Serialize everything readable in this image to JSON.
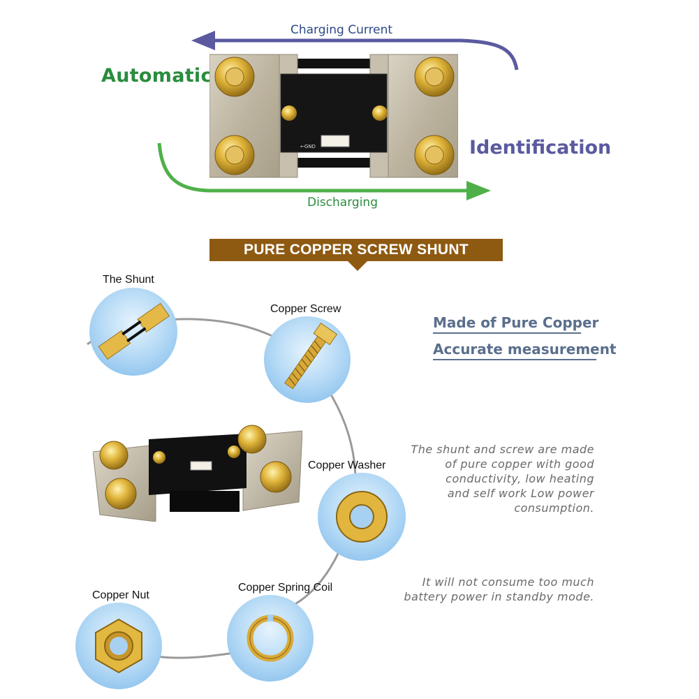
{
  "diagram": {
    "charging_current": "Charging Current",
    "automatic": "Automatic",
    "identification": "Identification",
    "discharging": "Discharging",
    "gnd_label": "←GND",
    "colors": {
      "charging_arrow": "#5b5aa0",
      "discharging_arrow": "#4fb04a",
      "automatic_text": "#2a8c3e",
      "identification_text": "#5a5aa0"
    }
  },
  "banner": {
    "title": "PURE COPPER SCREW SHUNT",
    "color": "#8e5a12"
  },
  "parts": [
    {
      "label": "The Shunt",
      "icon": "shunt-icon"
    },
    {
      "label": "Copper Screw",
      "icon": "screw-icon"
    },
    {
      "label": "Copper  Washer",
      "icon": "washer-icon"
    },
    {
      "label": "Copper Spring Coil",
      "icon": "spring-coil-icon"
    },
    {
      "label": "Copper Nut",
      "icon": "nut-icon"
    }
  ],
  "features": [
    {
      "text": "Made of Pure Copper"
    },
    {
      "text": "Accurate measurement"
    }
  ],
  "descriptions": {
    "para1": [
      "The shunt and screw are made",
      "of pure copper with good",
      "conductivity, low heating",
      "and self work Low power",
      "consumption."
    ],
    "para2": [
      "It will not consume too much",
      "battery power in standby mode."
    ]
  }
}
